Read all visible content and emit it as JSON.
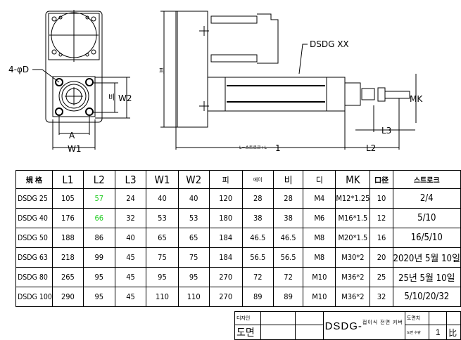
{
  "drawing": {
    "hole_label": "4-φD",
    "dim_A": "A",
    "dim_W1": "W1",
    "dim_W2": "W2",
    "dim_bi": "비",
    "dim_pi": "피",
    "part_label": "DSDG XX",
    "dim_MK": "MK",
    "dim_L3": "L3",
    "dim_L2": "L2",
    "dim_L": "L=스트로크+L",
    "dim_1": "1"
  },
  "table": {
    "headers": [
      "規 格",
      "L1",
      "L2",
      "L3",
      "W1",
      "W2",
      "피",
      "에이",
      "비",
      "디",
      "MK",
      "口径",
      "스트로크"
    ],
    "rows": [
      [
        "DSDG 25",
        "105",
        "57",
        "24",
        "40",
        "40",
        "120",
        "28",
        "28",
        "M4",
        "M12*1.25",
        "10",
        "2/4"
      ],
      [
        "DSDG 40",
        "176",
        "66",
        "32",
        "53",
        "53",
        "180",
        "38",
        "38",
        "M6",
        "M16*1.5",
        "12",
        "5/10"
      ],
      [
        "DSDG 50",
        "188",
        "86",
        "40",
        "65",
        "65",
        "184",
        "46.5",
        "46.5",
        "M8",
        "M20*1.5",
        "16",
        "16/5/10"
      ],
      [
        "DSDG 63",
        "218",
        "99",
        "45",
        "75",
        "75",
        "184",
        "56.5",
        "56.5",
        "M8",
        "M30*2",
        "20",
        "2020년 5월 10일"
      ],
      [
        "DSDG 80",
        "265",
        "95",
        "45",
        "95",
        "95",
        "270",
        "72",
        "72",
        "M10",
        "M36*2",
        "25",
        "25년 5월 10일"
      ],
      [
        "DSDG 100",
        "290",
        "95",
        "45",
        "110",
        "110",
        "270",
        "89",
        "89",
        "M10",
        "M36*2",
        "32",
        "5/10/20/32"
      ]
    ],
    "highlight_color": "#22cc22"
  },
  "title_block": {
    "designer_label": "디자인",
    "drawing_label": "도면",
    "model": "DSDG-",
    "description": "접이식 전면 커버",
    "scale_label": "도면치",
    "qty_label": "도면 수량",
    "qty_value": "1",
    "sheet_label": "比"
  }
}
